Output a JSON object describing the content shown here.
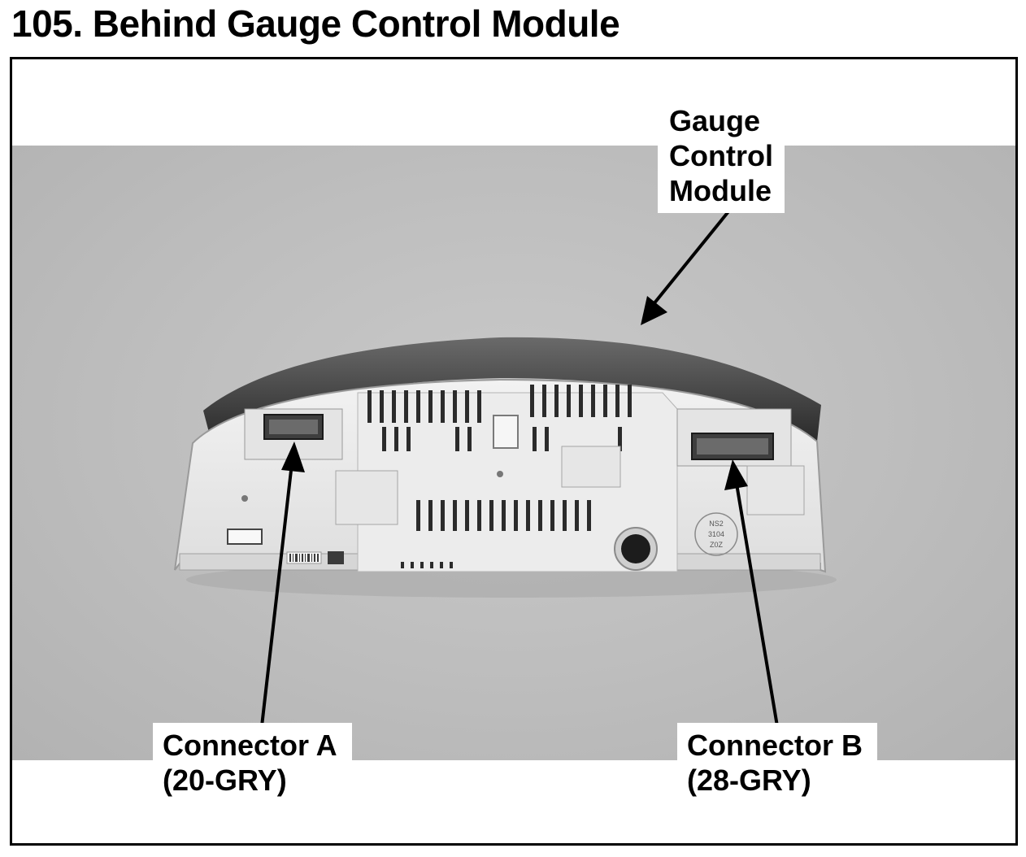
{
  "title": "105. Behind Gauge Control Module",
  "callouts": {
    "gauge_control_module": [
      "Gauge",
      "Control",
      "Module"
    ],
    "connector_a": [
      "Connector A",
      "(20-GRY)"
    ],
    "connector_b": [
      "Connector B",
      "(28-GRY)"
    ]
  },
  "photo_labels": {
    "sticker": [
      "NS2",
      "3104",
      "Z0Z"
    ]
  }
}
